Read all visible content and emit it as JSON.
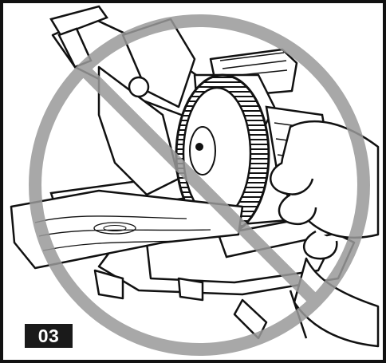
{
  "figure": {
    "step_number": "03",
    "prohibition_symbol": "no-entry-sign",
    "prohibition_color": "#9a9a9a",
    "illustration": "miter-saw-hand-placement",
    "badge_color": "#1a1a1a",
    "badge_text_color": "#ffffff",
    "line_color": "#111111"
  }
}
